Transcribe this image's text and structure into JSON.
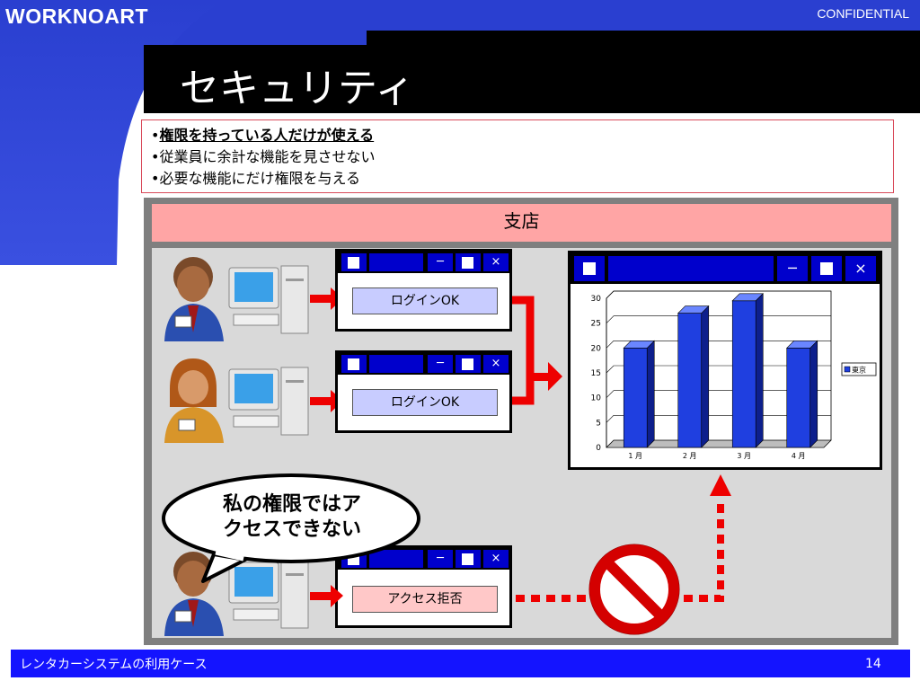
{
  "header": {
    "brand": "WORKNOART",
    "confidential": "CONFIDENTIAL",
    "title": "セキュリティ"
  },
  "bullets": [
    {
      "marker": "•",
      "text": "権限を持っている人だけが使える"
    },
    {
      "marker": "•",
      "text": "従業員に余計な機能を見させない"
    },
    {
      "marker": "•",
      "text": "必要な機能にだけ権限を与える"
    }
  ],
  "diagram": {
    "branch_label": "支店",
    "window_buttons": {
      "minimize": "─",
      "close": "×"
    },
    "login_ok_1": "ログインOK",
    "login_ok_2": "ログインOK",
    "access_denied": "アクセス拒否",
    "speech_bubble": [
      "私の権限ではア",
      "クセスできない"
    ]
  },
  "chart_data": {
    "type": "bar",
    "categories": [
      "1 月",
      "2 月",
      "3 月",
      "4 月"
    ],
    "series": [
      {
        "name": "東京",
        "values": [
          20,
          27,
          29.5,
          20
        ]
      }
    ],
    "ylim": [
      0,
      30
    ],
    "yticks": [
      0,
      5,
      10,
      15,
      20,
      25,
      30
    ],
    "grid": true,
    "legend_position": "right",
    "colors": {
      "bar": "#1f3fe0",
      "bar_side": "#0d1f8c"
    }
  },
  "footer": {
    "text": "レンタカーシステムの利用ケース",
    "page": "14"
  },
  "colors": {
    "header_blue": "#2a3fd0",
    "footer_blue": "#1414ff",
    "arrow_red": "#ee0000",
    "branch_pink": "#ffa5a5"
  }
}
